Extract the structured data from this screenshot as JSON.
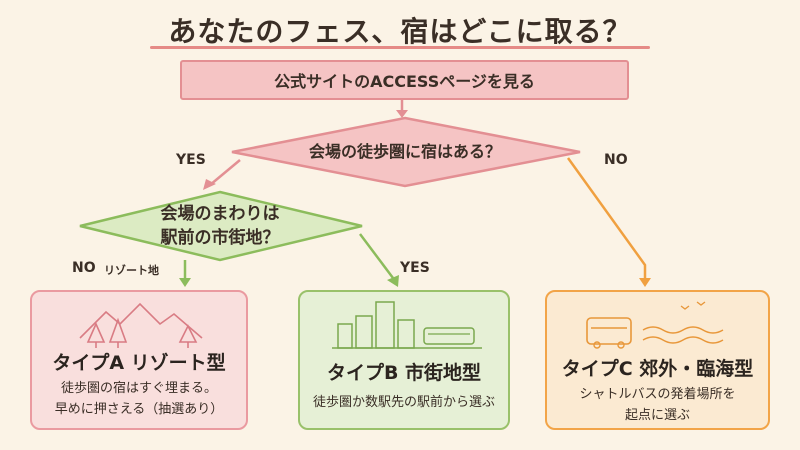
{
  "title": "あなたのフェス、宿はどこに取る？",
  "start": "公式サイトのACCESSページを見る",
  "decision1": {
    "text": "会場の徒歩圏に宿はある？",
    "yes": "YES",
    "no": "NO"
  },
  "decision2": {
    "line1": "会場のまわりは",
    "line2": "駅前の市街地？",
    "yes": "YES",
    "no": "NO",
    "no_note": "リゾート地"
  },
  "cards": {
    "a": {
      "title": "タイプA リゾート型",
      "desc1": "徒歩圏の宿はすぐ埋まる。",
      "desc2": "早めに押さえる（抽選あり）"
    },
    "b": {
      "title": "タイプB 市街地型",
      "desc1": "徒歩圏か数駅先の駅前から選ぶ"
    },
    "c": {
      "title": "タイプC 郊外・臨海型",
      "desc1": "シャトルバスの発着場所を",
      "desc2": "起点に選ぶ"
    }
  },
  "colors": {
    "pink": "#e38f93",
    "green": "#8cbc5c",
    "orange": "#f0a040",
    "background": "#fbf3e6"
  },
  "icons": [
    "mountain-tree-icon",
    "city-train-icon",
    "bus-sea-icon"
  ]
}
